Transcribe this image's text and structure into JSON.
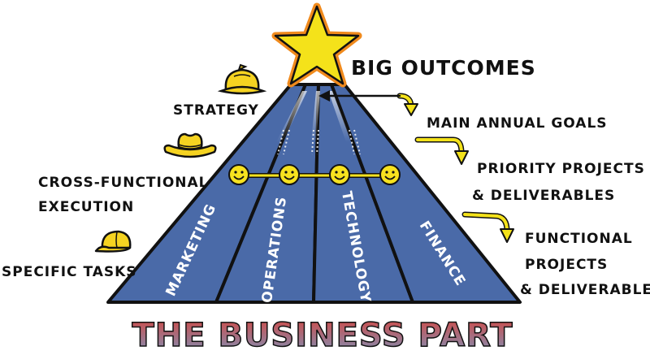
{
  "top": {
    "headline": "BIG OUTCOMES"
  },
  "left_levels": [
    {
      "label": "STRATEGY",
      "hat": "deerstalker-hat"
    },
    {
      "label_lines": [
        "CROSS-FUNCTIONAL",
        "EXECUTION"
      ],
      "hat": "cowboy-hat"
    },
    {
      "label": "SPECIFIC TASKS",
      "hat": "baseball-cap"
    }
  ],
  "right_levels": [
    {
      "label_lines": [
        "MAIN ANNUAL GOALS"
      ]
    },
    {
      "label_lines": [
        "PRIORITY PROJECTS",
        "& DELIVERABLES"
      ]
    },
    {
      "label_lines": [
        "FUNCTIONAL",
        "PROJECTS",
        "& DELIVERABLES"
      ]
    }
  ],
  "lanes": [
    "MARKETING",
    "OPERATIONS",
    "TECHNOLOGY",
    "FINANCE"
  ],
  "footer": {
    "title": "THE BUSINESS PART"
  },
  "colors": {
    "lane_fill": "#4a6aa8",
    "outline": "#111111",
    "star": "#f4e21a",
    "star_border": "#f08a1c",
    "hat": "#f5d321",
    "smiley": "#f7e21f",
    "title_top": "#d14a46",
    "title_bottom": "#7f90b6"
  }
}
